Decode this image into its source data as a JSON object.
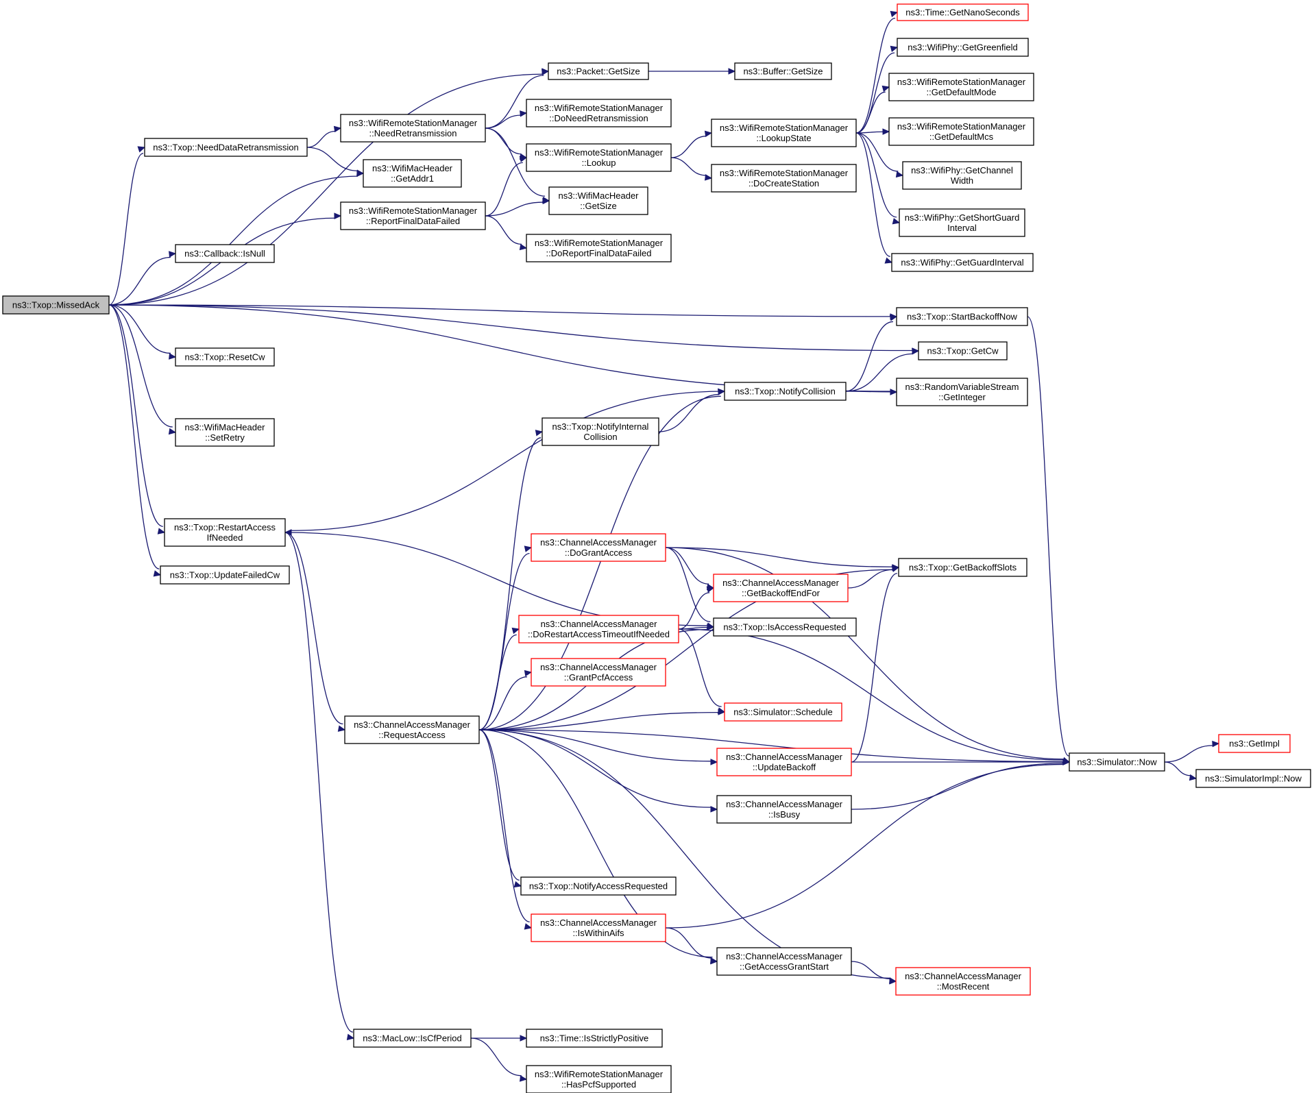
{
  "graph": {
    "nodes": [
      {
        "id": "missedAck",
        "lines": [
          "ns3::Txop::MissedAck"
        ],
        "root": true
      },
      {
        "id": "packetGetSize",
        "lines": [
          "ns3::Packet::GetSize"
        ]
      },
      {
        "id": "bufferGetSize",
        "lines": [
          "ns3::Buffer::GetSize"
        ]
      },
      {
        "id": "needDataRetrans",
        "lines": [
          "ns3::Txop::NeedDataRetransmission"
        ]
      },
      {
        "id": "wrsmNeedRetrans",
        "lines": [
          "ns3::WifiRemoteStationManager",
          "::NeedRetransmission"
        ]
      },
      {
        "id": "wrsmDoNeedRetrans",
        "lines": [
          "ns3::WifiRemoteStationManager",
          "::DoNeedRetransmission"
        ]
      },
      {
        "id": "wmhGetAddr1",
        "lines": [
          "ns3::WifiMacHeader",
          "::GetAddr1"
        ]
      },
      {
        "id": "wrsmLookup",
        "lines": [
          "ns3::WifiRemoteStationManager",
          "::Lookup"
        ]
      },
      {
        "id": "wmhGetSize",
        "lines": [
          "ns3::WifiMacHeader",
          "::GetSize"
        ]
      },
      {
        "id": "wrsmReportFinal",
        "lines": [
          "ns3::WifiRemoteStationManager",
          "::ReportFinalDataFailed"
        ]
      },
      {
        "id": "wrsmDoReportFinal",
        "lines": [
          "ns3::WifiRemoteStationManager",
          "::DoReportFinalDataFailed"
        ]
      },
      {
        "id": "wrsmLookupState",
        "lines": [
          "ns3::WifiRemoteStationManager",
          "::LookupState"
        ]
      },
      {
        "id": "wrsmDoCreateStation",
        "lines": [
          "ns3::WifiRemoteStationManager",
          "::DoCreateStation"
        ]
      },
      {
        "id": "timeGetNano",
        "lines": [
          "ns3::Time::GetNanoSeconds"
        ],
        "red": true
      },
      {
        "id": "phyGreenfield",
        "lines": [
          "ns3::WifiPhy::GetGreenfield"
        ]
      },
      {
        "id": "wrsmDefaultMode",
        "lines": [
          "ns3::WifiRemoteStationManager",
          "::GetDefaultMode"
        ]
      },
      {
        "id": "wrsmDefaultMcs",
        "lines": [
          "ns3::WifiRemoteStationManager",
          "::GetDefaultMcs"
        ]
      },
      {
        "id": "phyChannelWidth",
        "lines": [
          "ns3::WifiPhy::GetChannel",
          "Width"
        ]
      },
      {
        "id": "phyShortGuard",
        "lines": [
          "ns3::WifiPhy::GetShortGuard",
          "Interval"
        ]
      },
      {
        "id": "phyGuardInterval",
        "lines": [
          "ns3::WifiPhy::GetGuardInterval"
        ]
      },
      {
        "id": "callbackIsNull",
        "lines": [
          "ns3::Callback::IsNull"
        ]
      },
      {
        "id": "startBackoffNow",
        "lines": [
          "ns3::Txop::StartBackoffNow"
        ]
      },
      {
        "id": "resetCw",
        "lines": [
          "ns3::Txop::ResetCw"
        ]
      },
      {
        "id": "getCw",
        "lines": [
          "ns3::Txop::GetCw"
        ]
      },
      {
        "id": "rvsGetInteger",
        "lines": [
          "ns3::RandomVariableStream",
          "::GetInteger"
        ]
      },
      {
        "id": "notifyCollision",
        "lines": [
          "ns3::Txop::NotifyCollision"
        ]
      },
      {
        "id": "notifyInternal",
        "lines": [
          "ns3::Txop::NotifyInternal",
          "Collision"
        ]
      },
      {
        "id": "wmhSetRetry",
        "lines": [
          "ns3::WifiMacHeader",
          "::SetRetry"
        ]
      },
      {
        "id": "restartAccess",
        "lines": [
          "ns3::Txop::RestartAccess",
          "IfNeeded"
        ]
      },
      {
        "id": "updateFailedCw",
        "lines": [
          "ns3::Txop::UpdateFailedCw"
        ]
      },
      {
        "id": "camDoGrant",
        "lines": [
          "ns3::ChannelAccessManager",
          "::DoGrantAccess"
        ],
        "red": true
      },
      {
        "id": "getBackoffSlots",
        "lines": [
          "ns3::Txop::GetBackoffSlots"
        ]
      },
      {
        "id": "camBackoffEndFor",
        "lines": [
          "ns3::ChannelAccessManager",
          "::GetBackoffEndFor"
        ],
        "red": true
      },
      {
        "id": "camDoRestart",
        "lines": [
          "ns3::ChannelAccessManager",
          "::DoRestartAccessTimeoutIfNeeded"
        ],
        "red": true
      },
      {
        "id": "isAccessRequested",
        "lines": [
          "ns3::Txop::IsAccessRequested"
        ]
      },
      {
        "id": "camGrantPcf",
        "lines": [
          "ns3::ChannelAccessManager",
          "::GrantPcfAccess"
        ],
        "red": true
      },
      {
        "id": "camRequestAccess",
        "lines": [
          "ns3::ChannelAccessManager",
          "::RequestAccess"
        ]
      },
      {
        "id": "simSchedule",
        "lines": [
          "ns3::Simulator::Schedule"
        ],
        "red": true
      },
      {
        "id": "camUpdateBackoff",
        "lines": [
          "ns3::ChannelAccessManager",
          "::UpdateBackoff"
        ],
        "red": true
      },
      {
        "id": "simNow",
        "lines": [
          "ns3::Simulator::Now"
        ]
      },
      {
        "id": "getImpl",
        "lines": [
          "ns3::GetImpl"
        ],
        "red": true
      },
      {
        "id": "simImplNow",
        "lines": [
          "ns3::SimulatorImpl::Now"
        ]
      },
      {
        "id": "camIsBusy",
        "lines": [
          "ns3::ChannelAccessManager",
          "::IsBusy"
        ]
      },
      {
        "id": "notifyAccessReq",
        "lines": [
          "ns3::Txop::NotifyAccessRequested"
        ]
      },
      {
        "id": "camIsWithinAifs",
        "lines": [
          "ns3::ChannelAccessManager",
          "::IsWithinAifs"
        ],
        "red": true
      },
      {
        "id": "camAccessGrantStart",
        "lines": [
          "ns3::ChannelAccessManager",
          "::GetAccessGrantStart"
        ]
      },
      {
        "id": "camMostRecent",
        "lines": [
          "ns3::ChannelAccessManager",
          "::MostRecent"
        ],
        "red": true
      },
      {
        "id": "macLowIsCf",
        "lines": [
          "ns3::MacLow::IsCfPeriod"
        ]
      },
      {
        "id": "timeStrictlyPos",
        "lines": [
          "ns3::Time::IsStrictlyPositive"
        ]
      },
      {
        "id": "wrsmHasPcf",
        "lines": [
          "ns3::WifiRemoteStationManager",
          "::HasPcfSupported"
        ]
      }
    ],
    "edges": [
      [
        "missedAck",
        "packetGetSize"
      ],
      [
        "missedAck",
        "needDataRetrans"
      ],
      [
        "missedAck",
        "wmhGetAddr1"
      ],
      [
        "missedAck",
        "wrsmReportFinal"
      ],
      [
        "missedAck",
        "callbackIsNull"
      ],
      [
        "missedAck",
        "startBackoffNow"
      ],
      [
        "missedAck",
        "getCw"
      ],
      [
        "missedAck",
        "resetCw"
      ],
      [
        "missedAck",
        "rvsGetInteger"
      ],
      [
        "missedAck",
        "wmhSetRetry"
      ],
      [
        "missedAck",
        "restartAccess"
      ],
      [
        "missedAck",
        "updateFailedCw"
      ],
      [
        "needDataRetrans",
        "wrsmNeedRetrans"
      ],
      [
        "needDataRetrans",
        "wmhGetAddr1"
      ],
      [
        "wrsmNeedRetrans",
        "packetGetSize"
      ],
      [
        "wrsmNeedRetrans",
        "wrsmDoNeedRetrans"
      ],
      [
        "wrsmNeedRetrans",
        "wrsmLookup"
      ],
      [
        "wrsmNeedRetrans",
        "wmhGetSize"
      ],
      [
        "packetGetSize",
        "bufferGetSize"
      ],
      [
        "wrsmReportFinal",
        "wrsmLookup"
      ],
      [
        "wrsmReportFinal",
        "wmhGetSize"
      ],
      [
        "wrsmReportFinal",
        "wrsmDoReportFinal"
      ],
      [
        "wrsmLookup",
        "wrsmLookupState"
      ],
      [
        "wrsmLookup",
        "wrsmDoCreateStation"
      ],
      [
        "wrsmLookupState",
        "timeGetNano"
      ],
      [
        "wrsmLookupState",
        "phyGreenfield"
      ],
      [
        "wrsmLookupState",
        "wrsmDefaultMode"
      ],
      [
        "wrsmLookupState",
        "wrsmDefaultMcs"
      ],
      [
        "wrsmLookupState",
        "phyChannelWidth"
      ],
      [
        "wrsmLookupState",
        "phyShortGuard"
      ],
      [
        "wrsmLookupState",
        "phyGuardInterval"
      ],
      [
        "startBackoffNow",
        "simNow"
      ],
      [
        "notifyCollision",
        "startBackoffNow"
      ],
      [
        "notifyCollision",
        "getCw"
      ],
      [
        "notifyCollision",
        "rvsGetInteger"
      ],
      [
        "notifyCollision",
        "restartAccess"
      ],
      [
        "notifyInternal",
        "notifyCollision"
      ],
      [
        "restartAccess",
        "isAccessRequested"
      ],
      [
        "restartAccess",
        "camRequestAccess"
      ],
      [
        "restartAccess",
        "macLowIsCf"
      ],
      [
        "camRequestAccess",
        "notifyInternal"
      ],
      [
        "camRequestAccess",
        "notifyCollision"
      ],
      [
        "camRequestAccess",
        "camDoGrant"
      ],
      [
        "camRequestAccess",
        "camDoRestart"
      ],
      [
        "camRequestAccess",
        "camGrantPcf"
      ],
      [
        "camRequestAccess",
        "isAccessRequested"
      ],
      [
        "camRequestAccess",
        "simSchedule"
      ],
      [
        "camRequestAccess",
        "camUpdateBackoff"
      ],
      [
        "camRequestAccess",
        "camIsBusy"
      ],
      [
        "camRequestAccess",
        "simNow"
      ],
      [
        "camRequestAccess",
        "notifyAccessReq"
      ],
      [
        "camRequestAccess",
        "camIsWithinAifs"
      ],
      [
        "camRequestAccess",
        "camAccessGrantStart"
      ],
      [
        "camRequestAccess",
        "camMostRecent"
      ],
      [
        "camRequestAccess",
        "getBackoffSlots"
      ],
      [
        "camDoGrant",
        "getBackoffSlots"
      ],
      [
        "camDoGrant",
        "camBackoffEndFor"
      ],
      [
        "camDoGrant",
        "isAccessRequested"
      ],
      [
        "camDoGrant",
        "simNow"
      ],
      [
        "camBackoffEndFor",
        "getBackoffSlots"
      ],
      [
        "camDoRestart",
        "camBackoffEndFor"
      ],
      [
        "camDoRestart",
        "isAccessRequested"
      ],
      [
        "camDoRestart",
        "simSchedule"
      ],
      [
        "camDoRestart",
        "simNow"
      ],
      [
        "camUpdateBackoff",
        "getBackoffSlots"
      ],
      [
        "camUpdateBackoff",
        "simNow"
      ],
      [
        "camIsBusy",
        "simNow"
      ],
      [
        "simNow",
        "getImpl"
      ],
      [
        "simNow",
        "simImplNow"
      ],
      [
        "camIsWithinAifs",
        "simNow"
      ],
      [
        "camIsWithinAifs",
        "camAccessGrantStart"
      ],
      [
        "camAccessGrantStart",
        "camMostRecent"
      ],
      [
        "macLowIsCf",
        "timeStrictlyPos"
      ],
      [
        "macLowIsCf",
        "wrsmHasPcf"
      ]
    ]
  }
}
